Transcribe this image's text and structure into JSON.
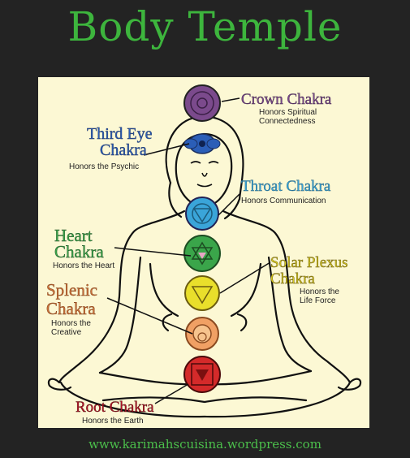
{
  "title": "Body Temple",
  "footer": "www.karimahscuisina.wordpress.com",
  "colors": {
    "background": "#232323",
    "panel": "#fcf8d4",
    "title_green": "#3db53d",
    "crown": "#7b4a8c",
    "third_eye": "#2b5eb7",
    "throat": "#3aa5d9",
    "heart": "#3aa54a",
    "solar_plexus": "#e9df2b",
    "splenic": "#f0a064",
    "root": "#d42a2a"
  },
  "chakras": {
    "crown": {
      "name": "Crown Chakra",
      "desc1": "Honors Spiritual",
      "desc2": "Connectedness"
    },
    "third_eye": {
      "name1": "Third Eye",
      "name2": "Chakra",
      "desc": "Honors the Psychic"
    },
    "throat": {
      "name": "Throat Chakra",
      "desc": "Honors Communication"
    },
    "heart": {
      "name1": "Heart",
      "name2": "Chakra",
      "desc": "Honors the Heart"
    },
    "solar_plexus": {
      "name1": "Solar Plexus",
      "name2": "Chakra",
      "desc1": "Honors the",
      "desc2": "Life Force"
    },
    "splenic": {
      "name1": "Splenic",
      "name2": "Chakra",
      "desc1": "Honors the",
      "desc2": "Creative"
    },
    "root": {
      "name": "Root Chakra",
      "desc": "Honors the Earth"
    }
  }
}
